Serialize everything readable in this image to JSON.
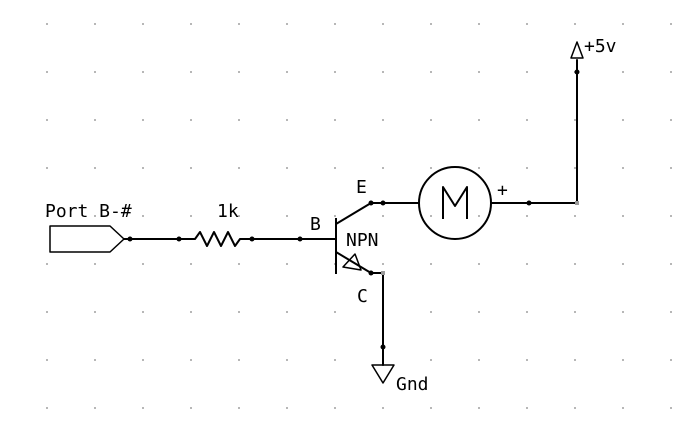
{
  "labels": {
    "port": "Port  B-#",
    "resistor": "1k",
    "base": "B",
    "transistor_type": "NPN",
    "emitter": "E",
    "collector": "C",
    "motor": "M",
    "motor_polarity": "+",
    "supply": "+5v",
    "ground": "Gnd"
  },
  "icons": {
    "port_connector": "port-connector-icon",
    "resistor": "resistor-icon",
    "transistor": "npn-transistor-icon",
    "motor": "motor-icon",
    "supply": "supply-arrow-icon",
    "ground": "ground-triangle-icon"
  },
  "colors": {
    "background": "#ffffff",
    "ink": "#000000",
    "grid_dot": "#a0a0a0",
    "pin_end": "#9a9a9a"
  }
}
